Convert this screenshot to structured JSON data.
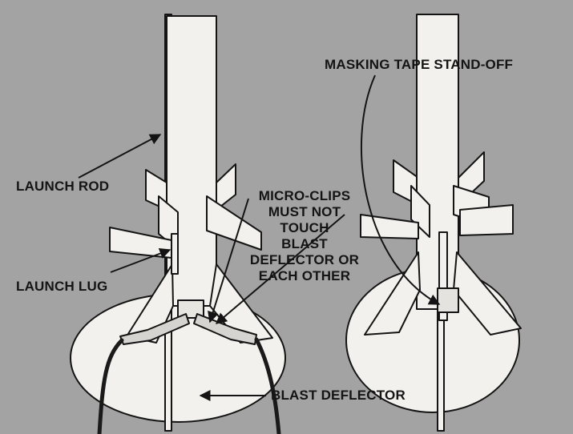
{
  "labels": {
    "masking_tape": "MASKING TAPE STAND-OFF",
    "launch_rod": "LAUNCH ROD",
    "launch_lug": "LAUNCH LUG",
    "blast_deflector": "BLAST DEFLECTOR",
    "micro_clips": [
      "MICRO-CLIPS",
      "MUST NOT",
      "TOUCH",
      "BLAST",
      "DEFLECTOR OR",
      "EACH OTHER"
    ]
  },
  "colors": {
    "background": "#a3a3a3",
    "paper": "#f2f1ed",
    "ink": "#141414",
    "wire": "#1a1a1a"
  }
}
